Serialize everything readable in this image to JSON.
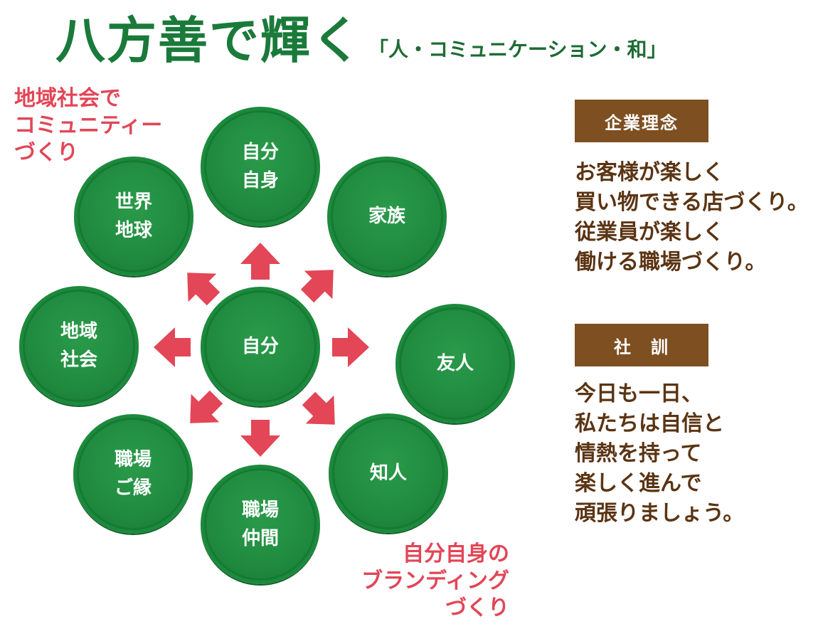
{
  "title": {
    "main": "八方善で輝く",
    "sub": "「人・コミュニケーション・和」"
  },
  "diagram": {
    "center": "自分",
    "nodes": [
      {
        "id": "self",
        "label": "自分\n自身"
      },
      {
        "id": "family",
        "label": "家族"
      },
      {
        "id": "friends",
        "label": "友人"
      },
      {
        "id": "acquaintances",
        "label": "知人"
      },
      {
        "id": "coworkers",
        "label": "職場\n仲間"
      },
      {
        "id": "workplace-ties",
        "label": "職場\nご縁"
      },
      {
        "id": "community",
        "label": "地域\n社会"
      },
      {
        "id": "world",
        "label": "世界\n地球"
      }
    ]
  },
  "callouts": {
    "community": "地域社会で\nコミュニティー\nづくり",
    "branding": "自分自身の\nブランディング\nづくり"
  },
  "philosophy": {
    "label": "企業理念",
    "text": "お客様が楽しく\n買い物できる店づくり。\n従業員が楽しく\n働ける職場づくり。"
  },
  "motto": {
    "label": "社　訓",
    "text": "今日も一日、\n私たちは自信と\n情熱を持って\n楽しく進んで\n頑張りましょう。"
  },
  "colors": {
    "green": "#1f8a3e",
    "title_green": "#1a7a3a",
    "arrow_red": "#e24657",
    "brown": "#7e4f21",
    "text_brown": "#5b3413"
  }
}
